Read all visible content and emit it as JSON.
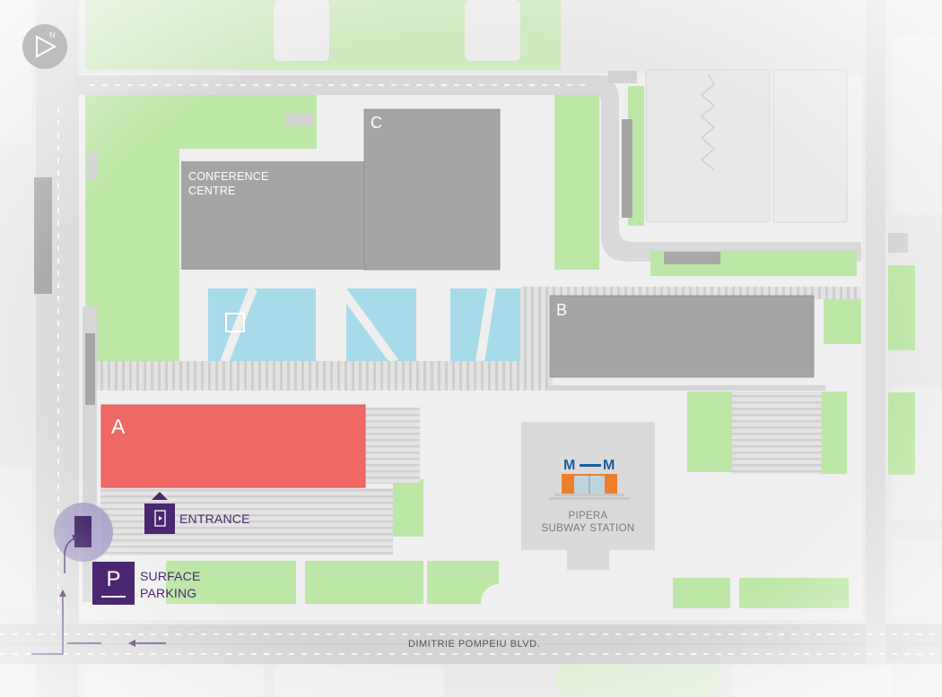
{
  "buildings": {
    "a": {
      "letter": "A"
    },
    "b": {
      "letter": "B"
    },
    "c": {
      "letter": "C"
    },
    "conference": {
      "line1": "CONFERENCE",
      "line2": "CENTRE"
    }
  },
  "station": {
    "logo_left": "M",
    "logo_right": "M",
    "name_line1": "PIPERA",
    "name_line2": "SUBWAY STATION"
  },
  "street": {
    "name": "DIMITRIE POMPEIU BLVD."
  },
  "legend": {
    "entrance_label": "ENTRANCE",
    "parking_line1": "SURFACE",
    "parking_line2": "PARKING"
  },
  "compass": {
    "letter": "N"
  },
  "colors": {
    "building_a": "#ef6a66",
    "building_grey": "#a5a5a5",
    "green_area": "#bde7a6",
    "water": "#a7dbea",
    "accent_purple": "#4a2770",
    "parking_highlight": "#a59cc8"
  },
  "icons": [
    "compass-north-icon",
    "entrance-door-icon",
    "parking-icon",
    "metro-icon",
    "direction-arrow-icon"
  ]
}
